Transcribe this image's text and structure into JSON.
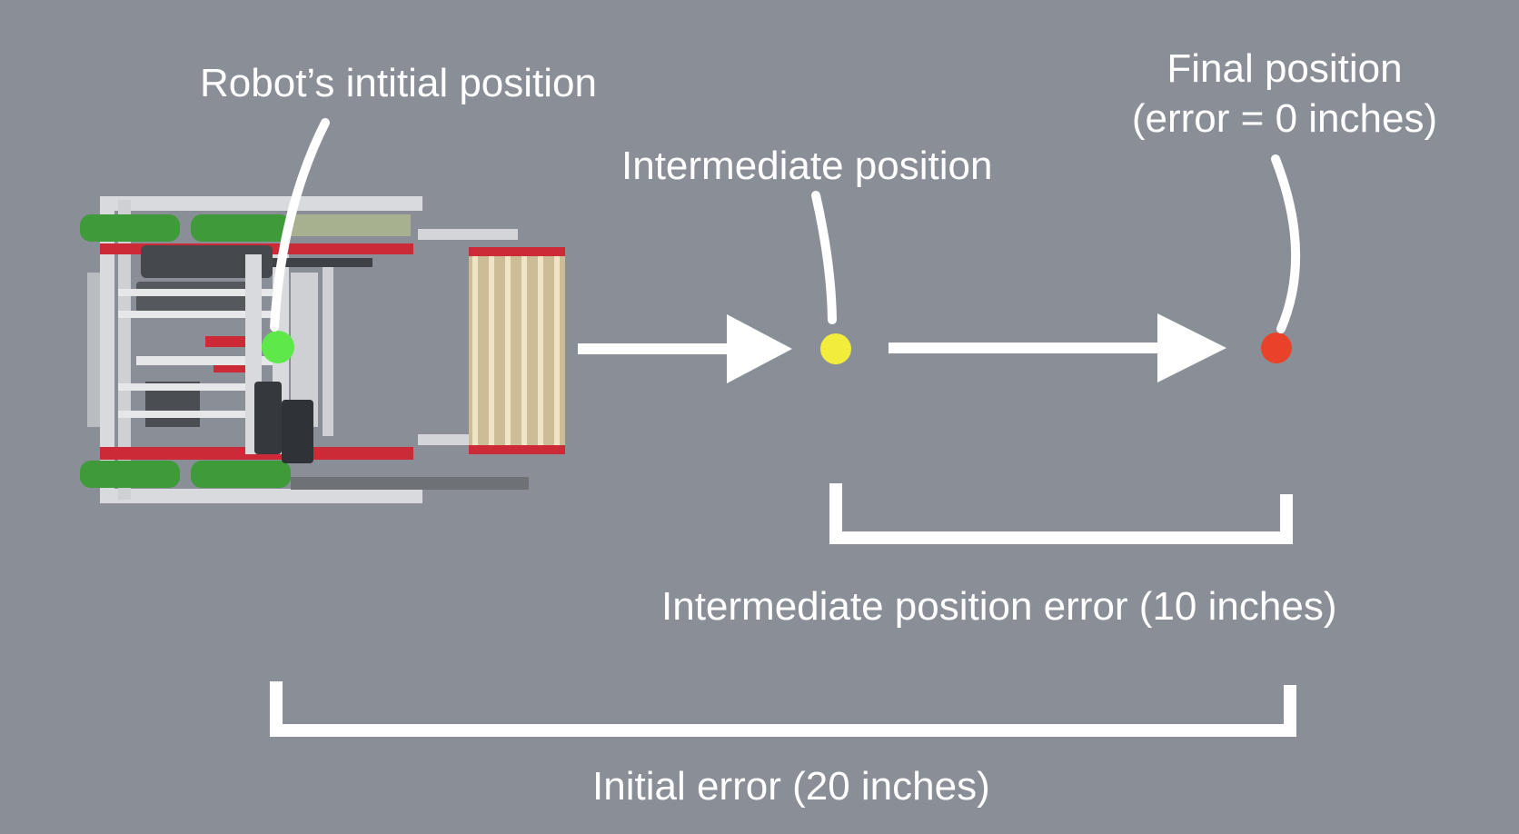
{
  "labels": {
    "initial_position": "Robot’s intitial position",
    "intermediate_position": "Intermediate position",
    "final_position_line1": "Final position",
    "final_position_line2": "(error = 0 inches)",
    "intermediate_error": "Intermediate position error (10 inches)",
    "initial_error": "Initial error (20 inches)"
  },
  "colors": {
    "background": "#8a8f97",
    "initial_marker": "#5ee84a",
    "intermediate_marker": "#f2ec3c",
    "final_marker": "#e8432a",
    "annotation": "#ffffff"
  },
  "errors": {
    "initial_inches": 20,
    "intermediate_inches": 10,
    "final_inches": 0
  }
}
